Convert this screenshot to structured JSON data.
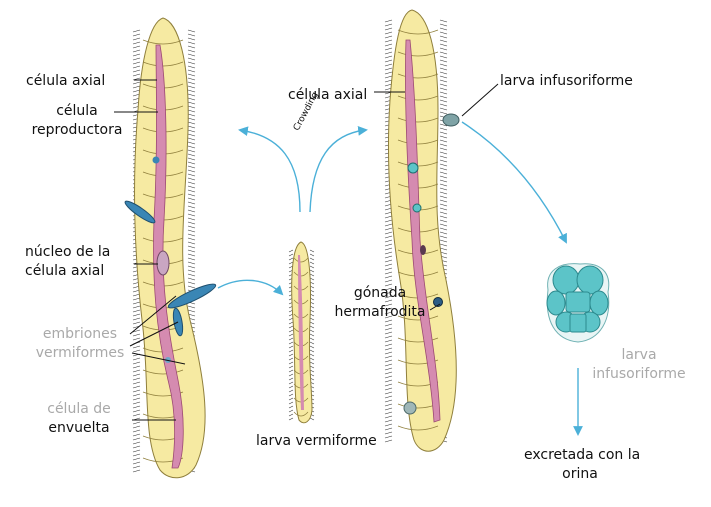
{
  "labels": {
    "celula_axial_left": "célula axial",
    "celula_reproductora_1": "célula",
    "celula_reproductora_2": "reproductora",
    "nucleo_1": "núcleo de la",
    "nucleo_2": "célula axial",
    "embriones_1": "embriones",
    "embriones_2": "vermiformes",
    "envuelta_1": "célula de",
    "envuelta_2": "envuelta",
    "larva_vermiforme": "larva vermiforme",
    "crowding": "Crowding",
    "celula_axial_right": "célula axial",
    "larva_infusoriforme_top": "larva infusoriforme",
    "gonada_1": "gónada",
    "gonada_2": "hermafrodita",
    "larva_inf_1": "larva",
    "larva_inf_2": "infusoriforme",
    "excretada_1": "excretada con la",
    "excretada_2": "orina"
  },
  "colors": {
    "body_fill": "#f6eaa2",
    "body_outline": "#8f7f3c",
    "axial_cell": "#d58bb0",
    "arrow": "#4bb0d8",
    "embryo": "#3a86b5",
    "larva_cells": "#5cc4c8",
    "label_gray": "#a9a9a9"
  }
}
